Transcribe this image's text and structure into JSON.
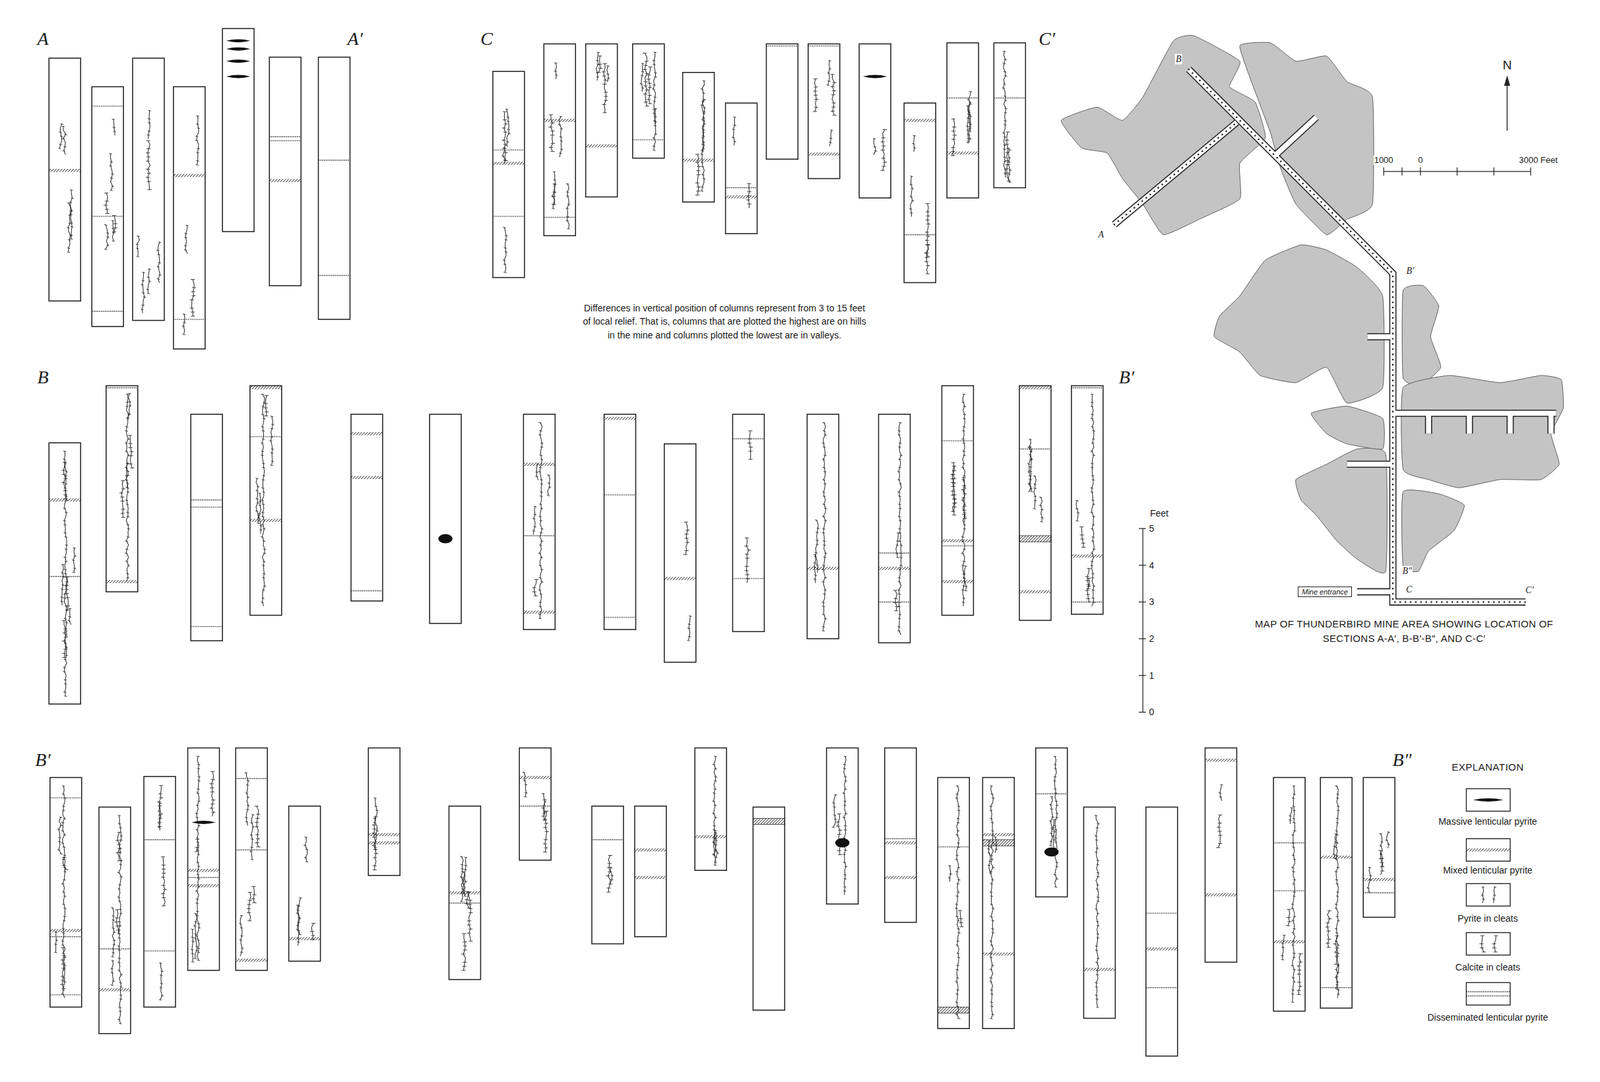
{
  "diagram": {
    "nodes": [
      {
        "text": [
          "Mine entrance"
        ]
      }
    ],
    "labels": [
      "A",
      "A′",
      "C",
      "C′",
      "Differences in vertical position of columns represent from 3 to 15 feet of local relief. That is, columns that are plotted the highest are on hills in the mine and columns plotted the lowest are in valleys.",
      "B",
      "B′",
      "Feet",
      "5",
      "4",
      "3",
      "2",
      "1",
      "0",
      "B′",
      "B″",
      "EXPLANATION",
      "N",
      "1000",
      "0",
      "3000 Feet",
      "B",
      "B′",
      "B″",
      "A",
      "C",
      "C′",
      "MAP OF THUNDERBIRD MINE AREA SHOWING LOCATION OF SECTIONS A-A′, B-B′-B″, AND C-C′"
    ],
    "legend": [
      {
        "text": "Massive lenticular pyrite"
      },
      {
        "text": "Mixed lenticular pyrite"
      },
      {
        "text": "Pyrite in cleats"
      },
      {
        "text": "Calcite in cleats"
      },
      {
        "text": "Disseminated lenticular pyrite"
      }
    ]
  }
}
